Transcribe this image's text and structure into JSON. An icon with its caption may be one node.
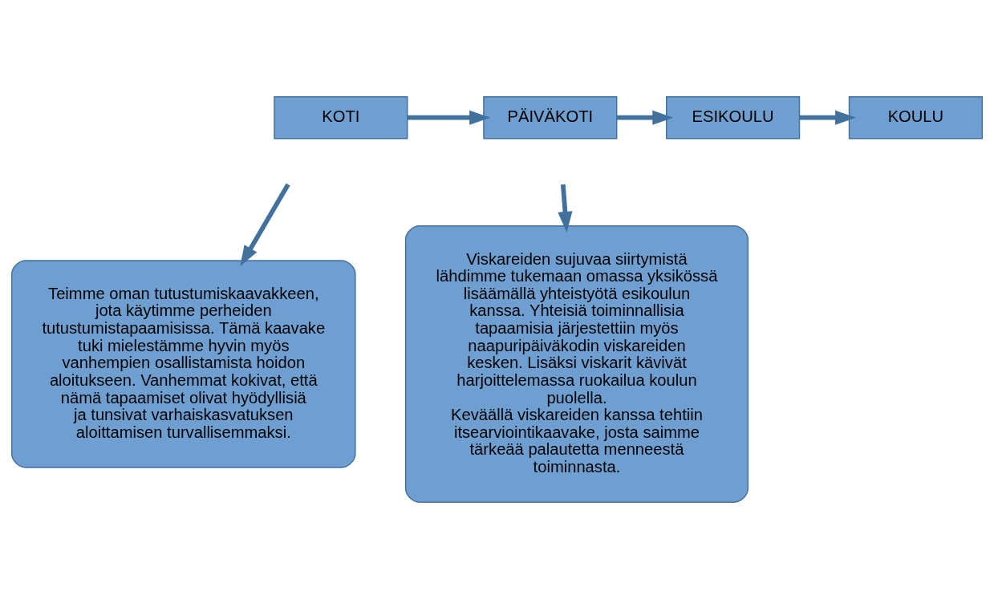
{
  "diagram": {
    "nodes": [
      {
        "text": [
          "KOTI"
        ]
      },
      {
        "text": [
          "PÄIVÄKOTI"
        ]
      },
      {
        "text": [
          "ESIKOULU"
        ]
      },
      {
        "text": [
          "KOULU"
        ]
      },
      {
        "text": [
          "Teimme oman tutustumiskaavakkeen, jota käytimme perheiden tutustumistapaamisissa. Tämä kaavake tuki mielestämme hyvin myös vanhempien osallistamista hoidon aloitukseen. Vanhemmat kokivat, että nämä tapaamiset olivat hyödyllisiä ja tunsivat varhaiskasvatuksen aloittamisen turvallisemmaksi."
        ]
      },
      {
        "text": [
          "Viskareiden sujuvaa siirtymistä lähdimme tukemaan omassa yksikössä lisäämällä yhteistyötä esikoulun kanssa. Yhteisiä toiminnallisia tapaamisia järjestettiin myös naapuripäiväkodin viskareiden kesken. Lisäksi viskarit kävivät harjoittelemassa ruokailua koulun puolella.",
          "Keväällä viskareiden kanssa tehtiin itsearviointikaavake, josta saimme tärkeää palautetta menneestä toiminnasta."
        ]
      }
    ],
    "edges": [
      {
        "from": 0,
        "to": 1,
        "arrow": "to"
      },
      {
        "from": 1,
        "to": 2,
        "arrow": "to"
      },
      {
        "from": 2,
        "to": 3,
        "arrow": "to"
      },
      {
        "from": null,
        "to": 4,
        "arrow": "to"
      },
      {
        "from": null,
        "to": 5,
        "arrow": "to"
      }
    ]
  }
}
